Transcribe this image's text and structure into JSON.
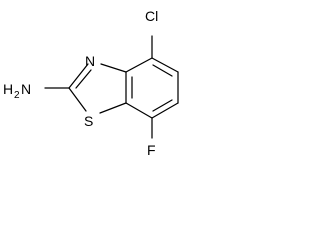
{
  "molecule": {
    "atoms": {
      "amine_h": "H",
      "amine_h_count": "2",
      "amine_n": "N",
      "ring_n": "N",
      "sulfur": "S",
      "chlorine": "Cl",
      "fluorine": "F"
    }
  }
}
